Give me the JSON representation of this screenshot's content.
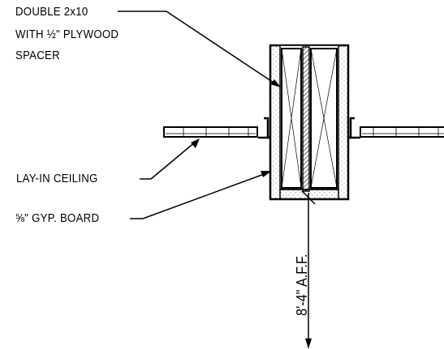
{
  "labels": {
    "beam_line1": "DOUBLE 2x10",
    "beam_line2": "WITH ½\" PLYWOOD",
    "beam_line3": "SPACER",
    "ceiling": "LAY-IN CEILING",
    "gyp_board": "⅝\" GYP. BOARD",
    "height": "8'-4\" A.F.F."
  }
}
